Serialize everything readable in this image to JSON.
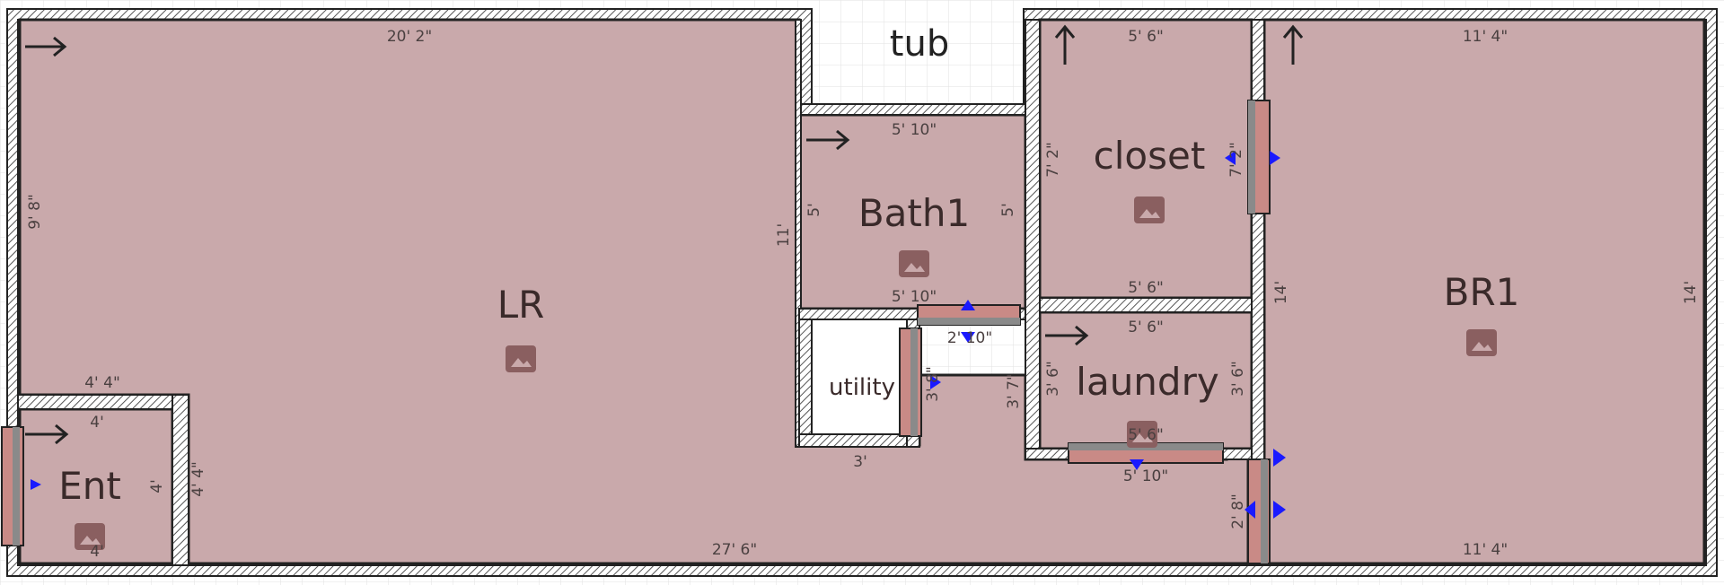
{
  "colors": {
    "room_fill": "#c9a9ab",
    "wall_dark": "#222222",
    "door_fill": "#c98a86",
    "door_gray": "#8a8a8a",
    "door_arrow": "#1a1aff",
    "grid": "#e2e2e2"
  },
  "rooms": {
    "tub": "tub",
    "lr": "LR",
    "bath1": "Bath1",
    "closet": "closet",
    "br1": "BR1",
    "utility": "utility",
    "laundry": "laundry",
    "ent": "Ent"
  },
  "icons": {
    "image": "image-icon",
    "direction_arrow": "arrow-icon"
  },
  "dimensions": {
    "lr_top": "20' 2\"",
    "lr_left": "9' 8\"",
    "lr_bottom": "27' 6\"",
    "lr_right": "11'",
    "ent_top_outer": "4' 4\"",
    "ent_top_inner": "4'",
    "ent_right_inner": "4'",
    "ent_right_outer": "4' 4\"",
    "ent_bottom": "4'",
    "bath_top": "5' 10\"",
    "bath_left": "5'",
    "bath_right": "5'",
    "bath_bottom": "5' 10\"",
    "bath_door": "2' 10\"",
    "closet_top": "5' 6\"",
    "closet_left": "7' 2\"",
    "closet_right": "7' 2\"",
    "closet_bottom": "5' 6\"",
    "br1_top": "11' 4\"",
    "br1_left": "14'",
    "br1_right": "14'",
    "br1_bottom": "11' 4\"",
    "br1_door": "2' 8\"",
    "utility_bottom": "3'",
    "utility_door": "3' 8\"",
    "laundry_top": "5' 6\"",
    "laundry_left": "3' 6\"",
    "laundry_right": "3' 6\"",
    "laundry_outer_left": "3' 7\"",
    "laundry_door": "5' 6\"",
    "laundry_bottom": "5' 10\""
  }
}
